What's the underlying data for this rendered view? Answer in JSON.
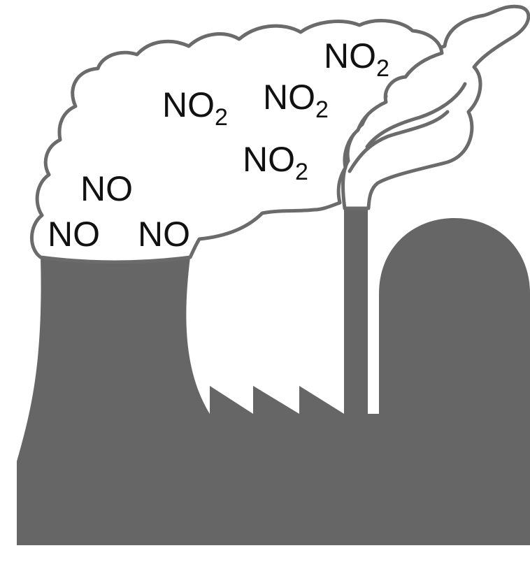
{
  "colors": {
    "factory_fill": "#666666",
    "cloud_outline": "#6b6b6b",
    "cloud_fill": "#ffffff",
    "label_text": "#111111",
    "background": "#ffffff"
  },
  "labels": {
    "no_1": "NO",
    "no_2": "NO",
    "no_3": "NO",
    "no2_1": {
      "base": "NO",
      "subscript": "2"
    },
    "no2_2": {
      "base": "NO",
      "subscript": "2"
    },
    "no2_3": {
      "base": "NO",
      "subscript": "2"
    },
    "no2_4": {
      "base": "NO",
      "subscript": "2"
    }
  }
}
